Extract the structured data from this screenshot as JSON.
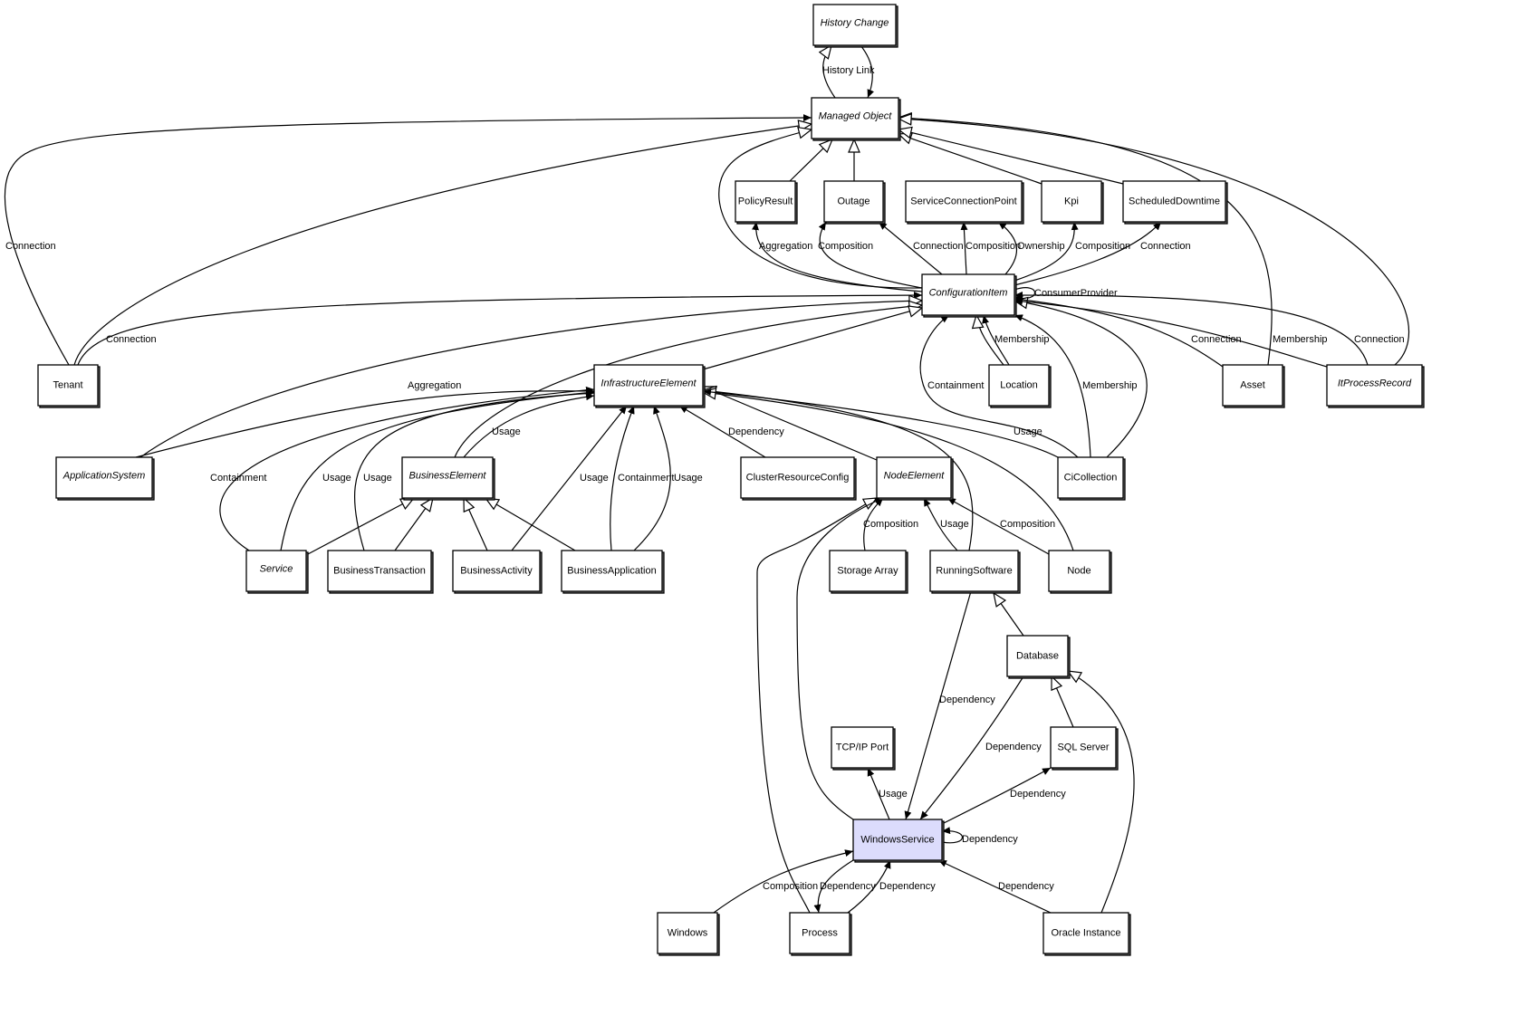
{
  "diagram": {
    "type": "class-relationship-graph",
    "highlight_fill": "#dcdcfc",
    "node_fill": "#ffffff",
    "nodes": [
      {
        "id": "history-change",
        "label": "History Change",
        "abstract": true
      },
      {
        "id": "managed-object",
        "label": "Managed Object",
        "abstract": true
      },
      {
        "id": "policy-result",
        "label": "PolicyResult",
        "abstract": false
      },
      {
        "id": "outage",
        "label": "Outage",
        "abstract": false
      },
      {
        "id": "service-connection-point",
        "label": "ServiceConnectionPoint",
        "abstract": false
      },
      {
        "id": "kpi",
        "label": "Kpi",
        "abstract": false
      },
      {
        "id": "scheduled-downtime",
        "label": "ScheduledDowntime",
        "abstract": false
      },
      {
        "id": "configuration-item",
        "label": "ConfigurationItem",
        "abstract": true
      },
      {
        "id": "tenant",
        "label": "Tenant",
        "abstract": false
      },
      {
        "id": "infrastructure-element",
        "label": "InfrastructureElement",
        "abstract": true
      },
      {
        "id": "location",
        "label": "Location",
        "abstract": false
      },
      {
        "id": "asset",
        "label": "Asset",
        "abstract": false
      },
      {
        "id": "it-process-record",
        "label": "ItProcessRecord",
        "abstract": true
      },
      {
        "id": "application-system",
        "label": "ApplicationSystem",
        "abstract": true
      },
      {
        "id": "business-element",
        "label": "BusinessElement",
        "abstract": true
      },
      {
        "id": "cluster-resource-config",
        "label": "ClusterResourceConfig",
        "abstract": false
      },
      {
        "id": "node-element",
        "label": "NodeElement",
        "abstract": true
      },
      {
        "id": "ci-collection",
        "label": "CiCollection",
        "abstract": false
      },
      {
        "id": "service",
        "label": "Service",
        "abstract": true
      },
      {
        "id": "business-transaction",
        "label": "BusinessTransaction",
        "abstract": false
      },
      {
        "id": "business-activity",
        "label": "BusinessActivity",
        "abstract": false
      },
      {
        "id": "business-application",
        "label": "BusinessApplication",
        "abstract": false
      },
      {
        "id": "storage-array",
        "label": "Storage Array",
        "abstract": false
      },
      {
        "id": "running-software",
        "label": "RunningSoftware",
        "abstract": false
      },
      {
        "id": "node",
        "label": "Node",
        "abstract": false
      },
      {
        "id": "database",
        "label": "Database",
        "abstract": false
      },
      {
        "id": "tcp-ip-port",
        "label": "TCP/IP Port",
        "abstract": false
      },
      {
        "id": "sql-server",
        "label": "SQL Server",
        "abstract": false
      },
      {
        "id": "windows-service",
        "label": "WindowsService",
        "abstract": false,
        "highlighted": true
      },
      {
        "id": "windows",
        "label": "Windows",
        "abstract": false
      },
      {
        "id": "process",
        "label": "Process",
        "abstract": false
      },
      {
        "id": "oracle-instance",
        "label": "Oracle Instance",
        "abstract": false
      }
    ],
    "edges": [
      {
        "from": "history-change",
        "to": "managed-object",
        "kind": "inheritance",
        "label": ""
      },
      {
        "from": "managed-object",
        "to": "history-change",
        "kind": "association",
        "label": "History Link"
      },
      {
        "from": "tenant",
        "to": "managed-object",
        "kind": "association",
        "label": "Connection"
      },
      {
        "from": "tenant",
        "to": "managed-object",
        "kind": "inheritance",
        "label": ""
      },
      {
        "from": "configuration-item",
        "to": "managed-object",
        "kind": "inheritance",
        "label": ""
      },
      {
        "from": "policy-result",
        "to": "managed-object",
        "kind": "inheritance",
        "label": ""
      },
      {
        "from": "outage",
        "to": "managed-object",
        "kind": "inheritance",
        "label": ""
      },
      {
        "from": "kpi",
        "to": "managed-object",
        "kind": "inheritance",
        "label": ""
      },
      {
        "from": "scheduled-downtime",
        "to": "managed-object",
        "kind": "inheritance",
        "label": ""
      },
      {
        "from": "asset",
        "to": "managed-object",
        "kind": "inheritance",
        "label": ""
      },
      {
        "from": "it-process-record",
        "to": "managed-object",
        "kind": "inheritance",
        "label": ""
      },
      {
        "from": "configuration-item",
        "to": "policy-result",
        "kind": "association",
        "label": "Aggregation"
      },
      {
        "from": "configuration-item",
        "to": "outage",
        "kind": "association",
        "label": "Composition"
      },
      {
        "from": "configuration-item",
        "to": "outage",
        "kind": "association",
        "label": "Connection"
      },
      {
        "from": "configuration-item",
        "to": "service-connection-point",
        "kind": "association",
        "label": "Composition"
      },
      {
        "from": "configuration-item",
        "to": "service-connection-point",
        "kind": "association",
        "label": "Ownership"
      },
      {
        "from": "configuration-item",
        "to": "kpi",
        "kind": "association",
        "label": "Composition"
      },
      {
        "from": "configuration-item",
        "to": "scheduled-downtime",
        "kind": "association",
        "label": "Connection"
      },
      {
        "from": "configuration-item",
        "to": "configuration-item",
        "kind": "association",
        "label": "ConsumerProvider"
      },
      {
        "from": "tenant",
        "to": "configuration-item",
        "kind": "association",
        "label": "Connection"
      },
      {
        "from": "application-system",
        "to": "configuration-item",
        "kind": "inheritance",
        "label": ""
      },
      {
        "from": "business-element",
        "to": "configuration-item",
        "kind": "inheritance",
        "label": ""
      },
      {
        "from": "infrastructure-element",
        "to": "configuration-item",
        "kind": "inheritance",
        "label": ""
      },
      {
        "from": "location",
        "to": "configuration-item",
        "kind": "inheritance",
        "label": ""
      },
      {
        "from": "location",
        "to": "configuration-item",
        "kind": "association",
        "label": "Membership"
      },
      {
        "from": "ci-collection",
        "to": "configuration-item",
        "kind": "association",
        "label": "Containment"
      },
      {
        "from": "ci-collection",
        "to": "configuration-item",
        "kind": "association",
        "label": "Membership"
      },
      {
        "from": "ci-collection",
        "to": "configuration-item",
        "kind": "inheritance",
        "label": ""
      },
      {
        "from": "asset",
        "to": "configuration-item",
        "kind": "association",
        "label": "Connection"
      },
      {
        "from": "it-process-record",
        "to": "configuration-item",
        "kind": "association",
        "label": "Membership"
      },
      {
        "from": "it-process-record",
        "to": "configuration-item",
        "kind": "association",
        "label": "Connection"
      },
      {
        "from": "application-system",
        "to": "infrastructure-element",
        "kind": "association",
        "label": "Aggregation"
      },
      {
        "from": "service",
        "to": "infrastructure-element",
        "kind": "association",
        "label": "Containment"
      },
      {
        "from": "service",
        "to": "infrastructure-element",
        "kind": "association",
        "label": "Usage"
      },
      {
        "from": "business-transaction",
        "to": "infrastructure-element",
        "kind": "association",
        "label": "Usage"
      },
      {
        "from": "business-element",
        "to": "infrastructure-element",
        "kind": "association",
        "label": "Usage"
      },
      {
        "from": "business-activity",
        "to": "infrastructure-element",
        "kind": "association",
        "label": "Usage"
      },
      {
        "from": "business-application",
        "to": "infrastructure-element",
        "kind": "association",
        "label": "Containment"
      },
      {
        "from": "business-application",
        "to": "infrastructure-element",
        "kind": "association",
        "label": "Usage"
      },
      {
        "from": "cluster-resource-config",
        "to": "infrastructure-element",
        "kind": "association",
        "label": "Dependency"
      },
      {
        "from": "node-element",
        "to": "infrastructure-element",
        "kind": "inheritance",
        "label": ""
      },
      {
        "from": "running-software",
        "to": "infrastructure-element",
        "kind": "inheritance",
        "label": ""
      },
      {
        "from": "node",
        "to": "infrastructure-element",
        "kind": "inheritance",
        "label": ""
      },
      {
        "from": "ci-collection",
        "to": "infrastructure-element",
        "kind": "association",
        "label": "Usage"
      },
      {
        "from": "service",
        "to": "business-element",
        "kind": "inheritance",
        "label": ""
      },
      {
        "from": "business-transaction",
        "to": "business-element",
        "kind": "inheritance",
        "label": ""
      },
      {
        "from": "business-activity",
        "to": "business-element",
        "kind": "inheritance",
        "label": ""
      },
      {
        "from": "business-application",
        "to": "business-element",
        "kind": "inheritance",
        "label": ""
      },
      {
        "from": "storage-array",
        "to": "node-element",
        "kind": "association",
        "label": "Composition"
      },
      {
        "from": "running-software",
        "to": "node-element",
        "kind": "association",
        "label": "Usage"
      },
      {
        "from": "node",
        "to": "node-element",
        "kind": "association",
        "label": "Composition"
      },
      {
        "from": "process",
        "to": "node-element",
        "kind": "inheritance",
        "label": ""
      },
      {
        "from": "windows-service",
        "to": "node-element",
        "kind": "association",
        "label": ""
      },
      {
        "from": "database",
        "to": "running-software",
        "kind": "inheritance",
        "label": ""
      },
      {
        "from": "sql-server",
        "to": "database",
        "kind": "inheritance",
        "label": ""
      },
      {
        "from": "oracle-instance",
        "to": "database",
        "kind": "inheritance",
        "label": ""
      },
      {
        "from": "running-software",
        "to": "windows-service",
        "kind": "association",
        "label": "Dependency"
      },
      {
        "from": "database",
        "to": "windows-service",
        "kind": "association",
        "label": "Dependency"
      },
      {
        "from": "windows-service",
        "to": "sql-server",
        "kind": "association",
        "label": "Dependency"
      },
      {
        "from": "windows-service",
        "to": "tcp-ip-port",
        "kind": "association",
        "label": "Usage"
      },
      {
        "from": "windows-service",
        "to": "windows-service",
        "kind": "association",
        "label": "Dependency"
      },
      {
        "from": "windows",
        "to": "windows-service",
        "kind": "association",
        "label": "Composition"
      },
      {
        "from": "windows-service",
        "to": "process",
        "kind": "association",
        "label": "Dependency"
      },
      {
        "from": "process",
        "to": "windows-service",
        "kind": "association",
        "label": "Dependency"
      },
      {
        "from": "oracle-instance",
        "to": "windows-service",
        "kind": "association",
        "label": "Dependency"
      }
    ]
  }
}
